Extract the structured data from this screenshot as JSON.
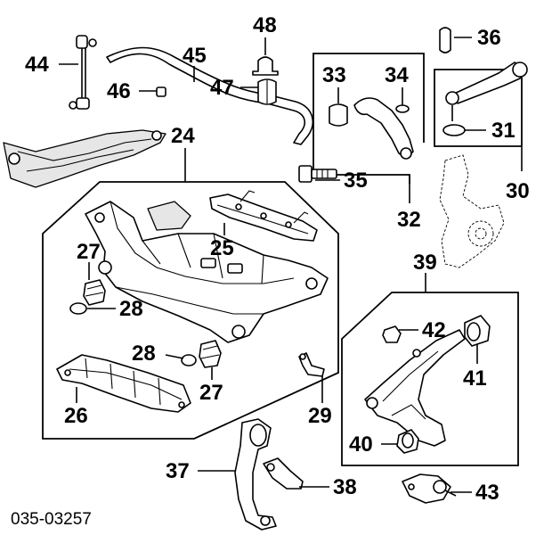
{
  "diagram_code": "035-03257",
  "callouts": {
    "c24": "24",
    "c25": "25",
    "c26": "26",
    "c27a": "27",
    "c27b": "27",
    "c28a": "28",
    "c28b": "28",
    "c29": "29",
    "c30": "30",
    "c31": "31",
    "c32": "32",
    "c33": "33",
    "c34": "34",
    "c35": "35",
    "c36": "36",
    "c37": "37",
    "c38": "38",
    "c39": "39",
    "c40": "40",
    "c41": "41",
    "c42": "42",
    "c43": "43",
    "c44": "44",
    "c45": "45",
    "c46": "46",
    "c47": "47",
    "c48": "48"
  }
}
